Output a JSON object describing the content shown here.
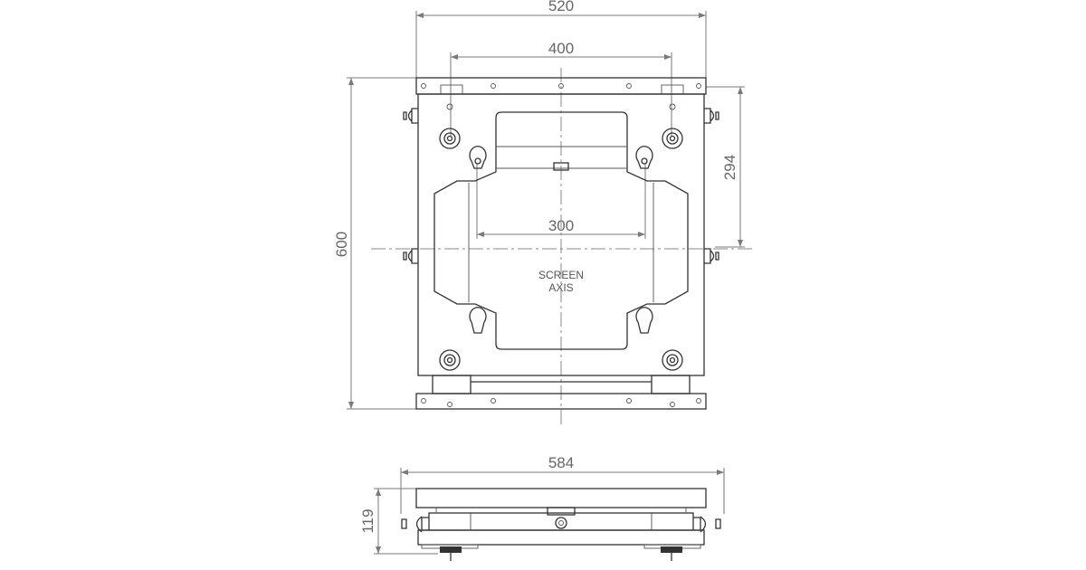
{
  "dimensions": {
    "overall_width": "520",
    "top_hole_spacing": "400",
    "inner_hole_spacing": "300",
    "overall_height": "600",
    "hole_to_axis": "294",
    "side_view_width": "584",
    "side_view_depth": "119"
  },
  "labels": {
    "screen": "SCREEN",
    "axis": "AXIS"
  }
}
